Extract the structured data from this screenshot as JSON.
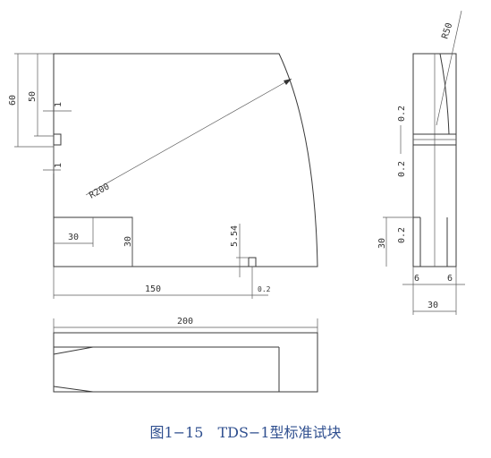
{
  "caption": "图1−15　TDS−1型标准试块",
  "dims": {
    "d60": "60",
    "d50": "50",
    "d1a": "1",
    "d1b": "1",
    "r200": "R200",
    "d30w": "30",
    "d30h": "30",
    "d554": "5.54",
    "d150": "150",
    "d02b": "0.2",
    "d200": "200",
    "r50": "R50",
    "s02a": "0.2",
    "s02b": "0.2",
    "s30": "30",
    "s02c": "0.2",
    "s6a": "6",
    "s6b": "6",
    "s30w": "30"
  }
}
